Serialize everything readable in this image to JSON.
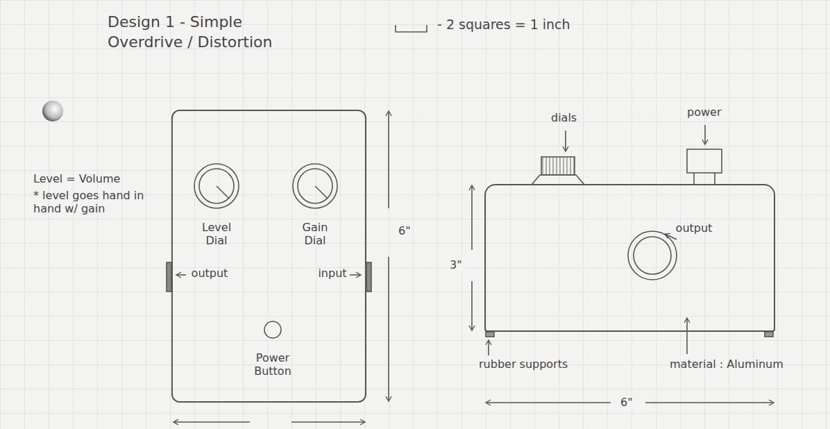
{
  "diagram": {
    "title": "Design 1 - Simple Overdrive / Distortion",
    "nodes": [
      {
        "text": [
          "Level Dial",
          "Gain Dial",
          "output",
          "input",
          "Power Button"
        ]
      },
      {
        "text": [
          "output"
        ]
      }
    ],
    "labels": [
      "- 2 squares = 1 inch",
      "Level = Volume",
      "* level goes hand in hand w/ gain",
      "6\"",
      "dials",
      "power",
      "3\"",
      "rubber supports",
      "material : Aluminum",
      "6\""
    ]
  }
}
